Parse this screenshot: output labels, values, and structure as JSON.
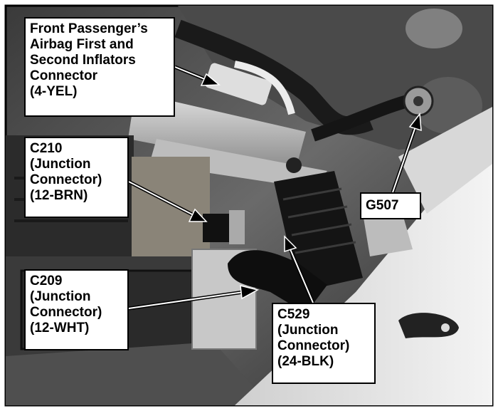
{
  "callouts": {
    "front_passenger_airbag": {
      "lines": [
        "Front Passenger’s",
        "Airbag First and",
        "Second Inflators",
        "Connector",
        "(4-YEL)"
      ]
    },
    "c210": {
      "lines": [
        "C210",
        "(Junction",
        "Connector)",
        "(12-BRN)"
      ]
    },
    "c209": {
      "lines": [
        "C209",
        "(Junction",
        "Connector)",
        "(12-WHT)"
      ]
    },
    "c529": {
      "lines": [
        "C529",
        "(Junction",
        "Connector)",
        "(24-BLK)"
      ]
    },
    "g507": {
      "lines": [
        "G507"
      ]
    }
  }
}
